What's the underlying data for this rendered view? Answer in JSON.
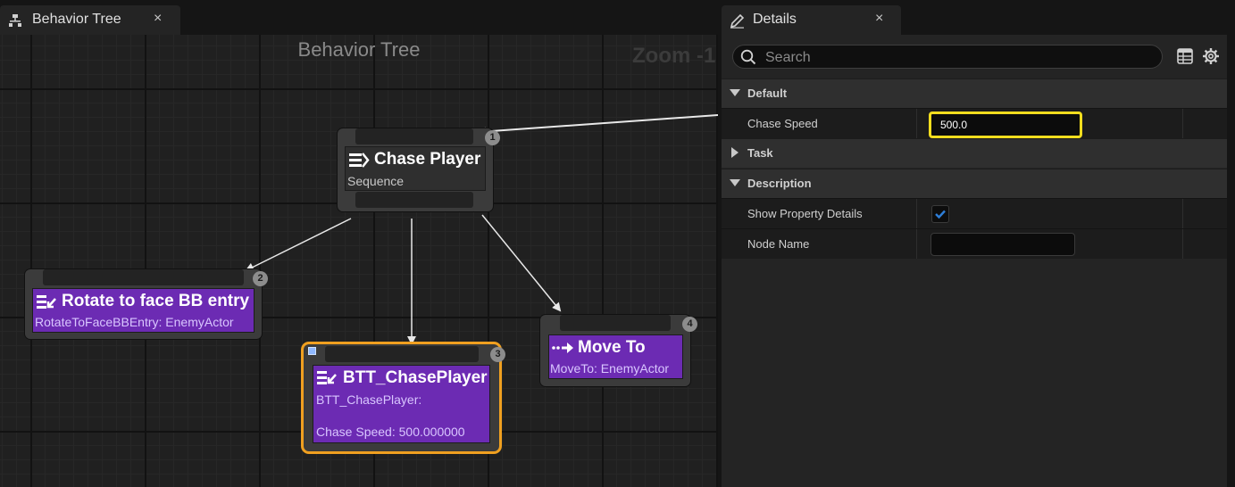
{
  "graph_tab": {
    "title": "Behavior Tree",
    "close": "×",
    "icon": "behavior-tree-icon"
  },
  "graph": {
    "title": "Behavior Tree",
    "zoom": "Zoom -1",
    "nodes": [
      {
        "id": "chase-player",
        "title": "Chase Player",
        "subtitle": "Sequence",
        "index": "1",
        "kind": "composite"
      },
      {
        "id": "rotate",
        "title": "Rotate to face BB entry",
        "subtitle": "RotateToFaceBBEntry: EnemyActor",
        "index": "2",
        "kind": "task"
      },
      {
        "id": "btt-chase",
        "title": "BTT_ChasePlayer",
        "subtitle": "BTT_ChasePlayer:",
        "detail": "Chase Speed: 500.000000",
        "index": "3",
        "kind": "task",
        "selected": true
      },
      {
        "id": "move-to",
        "title": "Move To",
        "subtitle": "MoveTo: EnemyActor",
        "index": "4",
        "kind": "task"
      }
    ]
  },
  "details_tab": {
    "title": "Details",
    "close": "×",
    "icon": "pencil-icon"
  },
  "details": {
    "search_placeholder": "Search",
    "categories": {
      "default": {
        "label": "Default",
        "expanded": true
      },
      "task": {
        "label": "Task",
        "expanded": false
      },
      "description": {
        "label": "Description",
        "expanded": true
      }
    },
    "props": {
      "chase_speed": {
        "label": "Chase Speed",
        "value": "500.0"
      },
      "show_property_details": {
        "label": "Show Property Details",
        "checked": true
      },
      "node_name": {
        "label": "Node Name",
        "value": ""
      }
    }
  },
  "colors": {
    "task_node": "#6c2bb3",
    "selection": "#f0a020",
    "focus": "#f2dd1e",
    "accent": "#2e7ed8"
  }
}
